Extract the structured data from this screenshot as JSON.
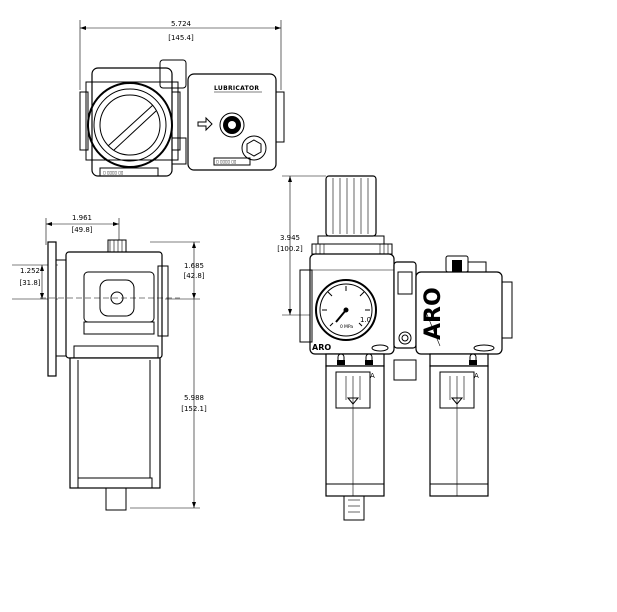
{
  "dimensions": {
    "overall_width": {
      "inch": "5.724",
      "mm": "[145.4]"
    },
    "depth": {
      "inch": "1.961",
      "mm": "[49.8]"
    },
    "port_height": {
      "inch": "1.252",
      "mm": "[31.8]"
    },
    "top_to_port": {
      "inch": "1.685",
      "mm": "[42.8]"
    },
    "overall_height": {
      "inch": "5.988",
      "mm": "[152.1]"
    },
    "knob_height": {
      "inch": "3.945",
      "mm": "[100.2]"
    }
  },
  "labels": {
    "lubricator": "LUBRICATOR",
    "brand": "ARO",
    "gauge_unit": "MPa",
    "gauge_value": "1.0",
    "gauge_zero": "0",
    "drain_mark": "A"
  },
  "icons": {
    "gauge": "pressure-gauge-icon",
    "lock": "padlock-icon",
    "adjust_arrow": "arrow-right-icon"
  }
}
